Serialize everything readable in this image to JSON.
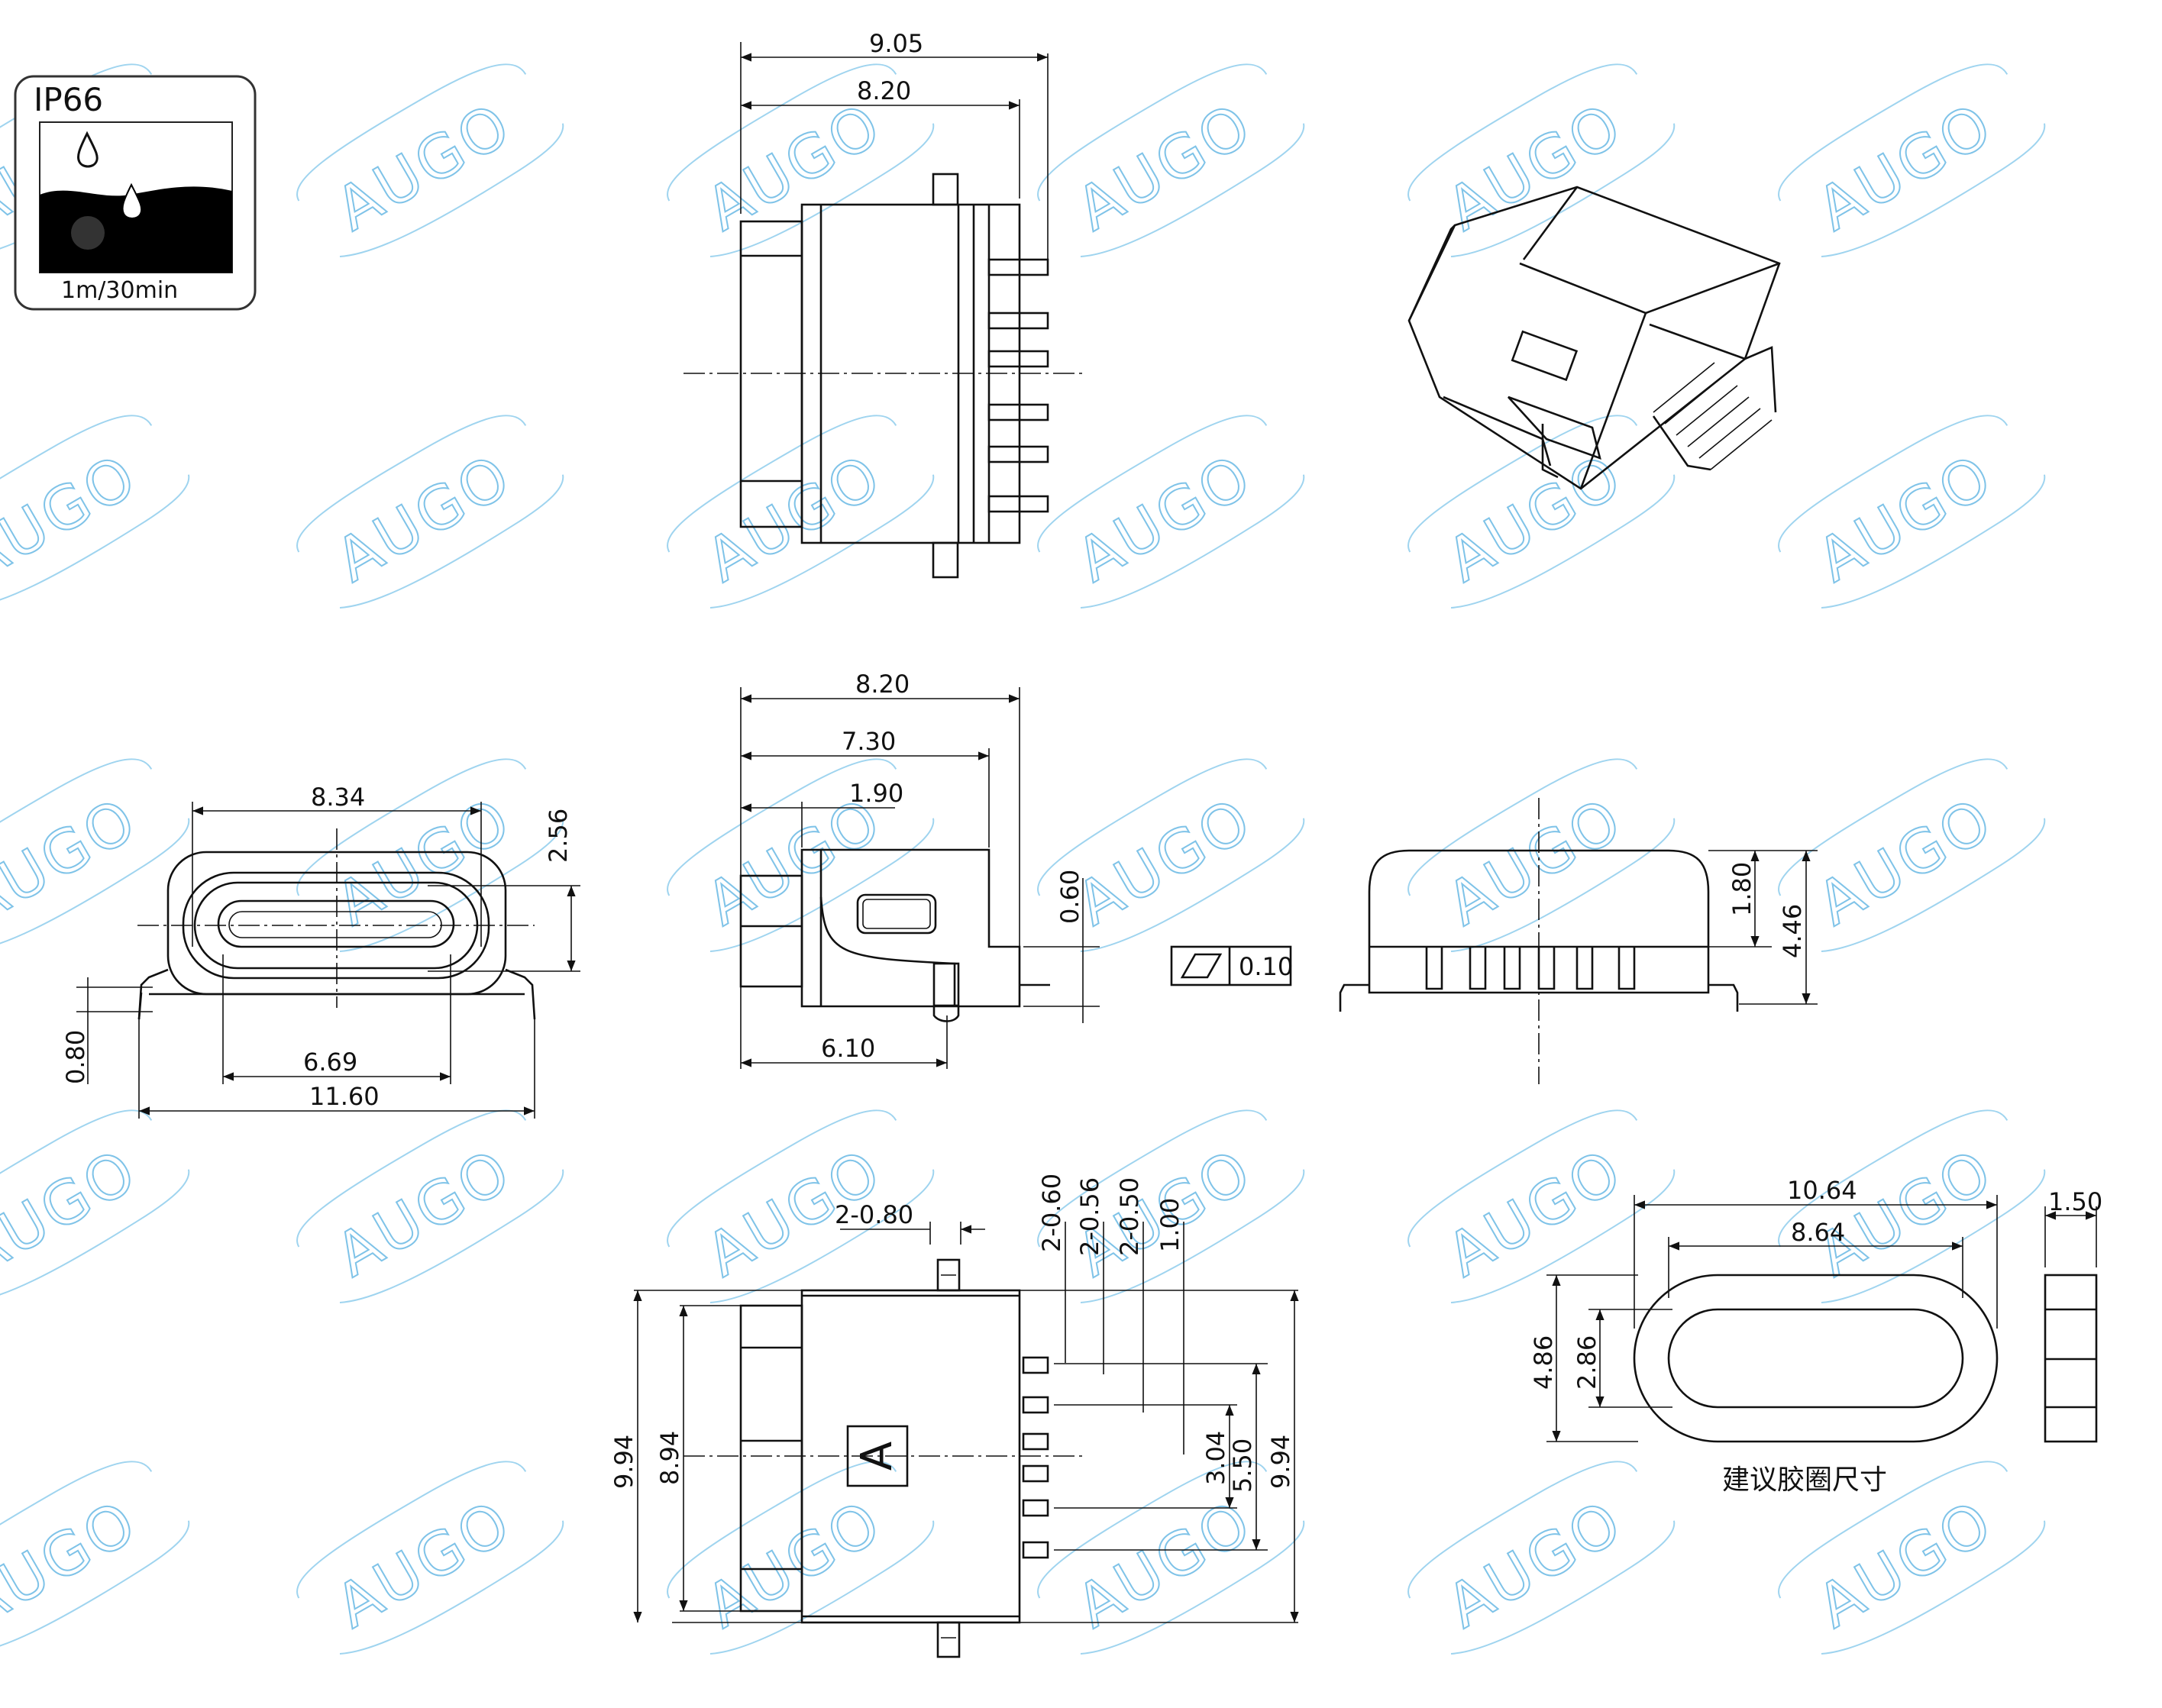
{
  "badge": {
    "rating": "IP66",
    "condition": "1m/30min",
    "colors": {
      "water": "#000000",
      "border": "#333333"
    }
  },
  "watermark": {
    "text": "AUGO",
    "color": "#7fc3e8"
  },
  "top_view": {
    "dims": [
      "9.05",
      "8.20"
    ]
  },
  "side_view": {
    "dims": [
      "8.20",
      "7.30",
      "1.90",
      "0.60",
      "6.10"
    ],
    "flatness": "0.10"
  },
  "front_view": {
    "dims": [
      "8.34",
      "2.56",
      "6.69",
      "11.60",
      "0.80"
    ]
  },
  "rear_view": {
    "dims": [
      "1.80",
      "4.46"
    ]
  },
  "footprint": {
    "dims": [
      "2-0.80",
      "2-0.60",
      "2-0.56",
      "2-0.50",
      "1.00",
      "9.94",
      "8.94",
      "3.04",
      "5.50",
      "9.94"
    ],
    "mark": "A"
  },
  "gasket": {
    "dims": [
      "10.64",
      "8.64",
      "4.86",
      "2.86",
      "1.50"
    ],
    "caption": "建议胶圈尺寸"
  }
}
